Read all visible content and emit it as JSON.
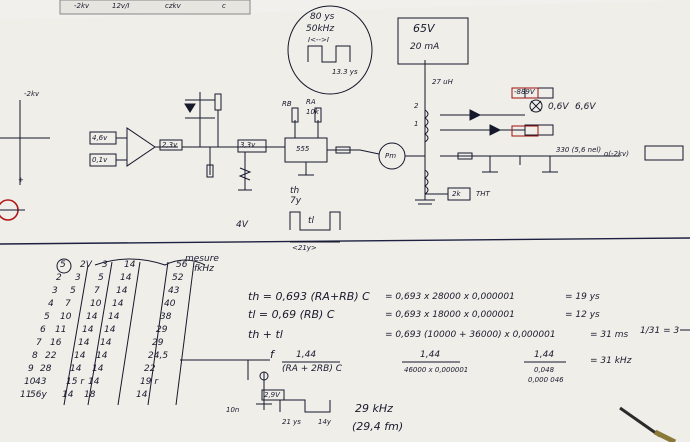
{
  "header_strip": {
    "t1": "-2kv",
    "t2": "12v/I",
    "t3": "czkv",
    "t4": "c"
  },
  "left_margin": {
    "l1": "-2kv",
    "l2": "+"
  },
  "circle_note": {
    "l1": "80 ys",
    "l2": "50kHz",
    "l3": "I<-->I",
    "l4": "13.3 ys"
  },
  "psu_box": {
    "l1": "65V",
    "l2": "20 mA"
  },
  "inputs": {
    "in1": "4,6v",
    "in2": "0,1v",
    "opamp_out": "2,3v"
  },
  "labels_mid": {
    "l1": "3,3v",
    "l2": "RB",
    "l3": "RA",
    "l4": "10k",
    "l5": "555",
    "l6": "th",
    "l7": "7y",
    "l8": "tl",
    "l9": "<21y>",
    "l10": "4V",
    "l11": "Pm",
    "l12": "27 uH",
    "l13": "1",
    "l14": "2",
    "l15": "0,6V",
    "l16": "6,6V",
    "l17": "-889V",
    "l18": "330 (5,6 nel)",
    "l19": "o(-2kv)",
    "l20": "THT",
    "l21": "2k"
  },
  "table": {
    "title": "mesure",
    "col_header": "fkHz",
    "row_num": [
      "5",
      "2",
      "3",
      "4",
      "5",
      "6",
      "7",
      "8",
      "9",
      "10",
      "11"
    ],
    "c1": [
      "2V",
      "3",
      "5",
      "7",
      "10",
      "11",
      "16",
      "22",
      "28",
      "43",
      "56y"
    ],
    "c2": [
      "3",
      "5",
      "7",
      "10",
      "14",
      "14",
      "14",
      "14",
      "14",
      "15 r",
      "14"
    ],
    "c3": [
      "14",
      "14",
      "14",
      "14",
      "14",
      "14",
      "14",
      "14",
      "14",
      "14",
      "18"
    ],
    "c4": [
      "56",
      "52",
      "43",
      "40",
      "38",
      "29",
      "29",
      "24,5",
      "22",
      "19 r",
      "14"
    ]
  },
  "equations": {
    "e1": "th = 0,693 (RA+RB) C",
    "e1v": "= 0,693 x 28000 x 0,000001",
    "e1r": "= 19 ys",
    "e2": "tl = 0,69 (RB) C",
    "e2v": "= 0,693 x 18000 x 0,000001",
    "e2r": "= 12 ys",
    "e3": "th + tl",
    "e3v": "= 0,693 (10000 + 36000) x 0,000001",
    "e3r": "= 31 ms",
    "e3f": "1/31 = 3",
    "e4n": "1,44",
    "e4d": "(RA + 2RB) C",
    "e4vn": "1,44",
    "e4vd": "46000 x 0,000001",
    "e4wn": "1,44",
    "e4wd": "0,048",
    "e4wd2": "0,000 046",
    "e4r": "= 31 kHz",
    "f": "f",
    "bottom1": "29 kHz",
    "bottom2": "(29,4 fm)",
    "bottom3": "21 ys",
    "bottom4": "14y",
    "bottom5": "2,9V",
    "bottom6": "10n"
  }
}
